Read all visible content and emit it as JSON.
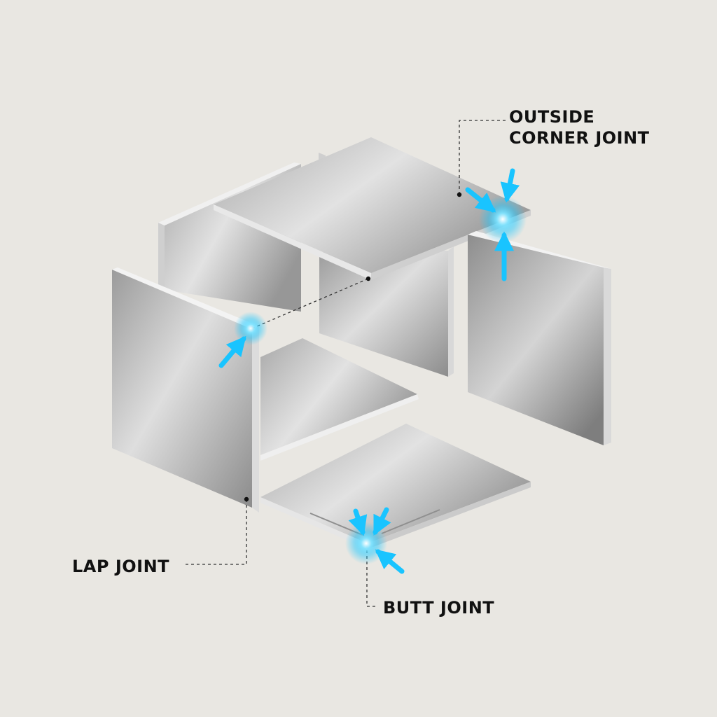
{
  "labels": {
    "outside_corner_line1": "OUTSIDE",
    "outside_corner_line2": "CORNER JOINT",
    "lap_joint": "LAP JOINT",
    "butt_joint": "BUTT JOINT"
  },
  "colors": {
    "background": "#e9e7e2",
    "metal_light": "#dcdcdc",
    "metal_dark": "#8a8a8a",
    "edge": "#f4f4f4",
    "glow": "#1ec8ff",
    "text": "#111111",
    "leader": "#333333"
  },
  "icons": [
    "arrow-icon",
    "glow-icon",
    "leader-dot-icon"
  ]
}
